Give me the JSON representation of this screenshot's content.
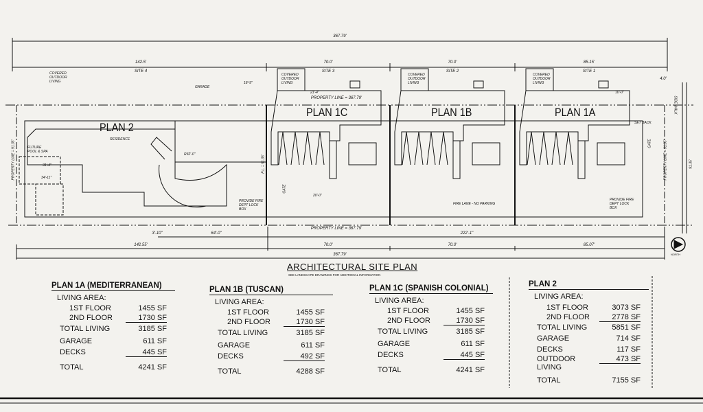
{
  "drawing": {
    "dimensions_top": {
      "overall": "367.79'",
      "site4": "142.5'",
      "site3": "70.0'",
      "site2": "70.0'",
      "site1": "85.15'",
      "edge": "4.0'"
    },
    "sites": [
      "SITE 4",
      "SITE 3",
      "SITE 2",
      "SITE 1"
    ],
    "property_line_top": "PROPERTY LINE = 367.79'",
    "property_line_bottom": "PROPERTY LINE = 367.79'",
    "property_line_left": "PROPERTY LINE = 91.35'",
    "property_line_right": "PROPERTY LINE = 91.35'",
    "pl_label": "P.L. = 91.35'",
    "right_dim": "91.35'",
    "plans": [
      "PLAN 2",
      "PLAN 1C",
      "PLAN 1B",
      "PLAN 1A"
    ],
    "residence": "RESIDENCE",
    "covered_outdoor_living": "COVERED OUTDOOR LIVING",
    "garage": "GARAGE",
    "future_pool": "FUTURE POOL & SPA",
    "radius": "R32'-0\"",
    "setback": "SET BACK",
    "gate": "GATE",
    "side_walk": "SIDE WALK",
    "fire_lane": "FIRE LANE - NO PARKING",
    "lock_box": "PROVIDE FIRE DEPT LOCK BOX",
    "dims_misc": {
      "d1": "31'-4\"",
      "d2": "34'-11\"",
      "d3": "18'-9\"",
      "d4": "10'-0\"",
      "d5": "20'-0\"",
      "d6": "21'-4\""
    },
    "dimensions_bottom": {
      "a": "3'-10\"",
      "b": "64'-0\"",
      "c": "222'-1\"",
      "site4": "142.55'",
      "site3": "70.0'",
      "site2": "70.0'",
      "site1": "85.07'",
      "overall": "367.79'"
    },
    "north": "NORTH"
  },
  "title": "ARCHITECTURAL SITE PLAN",
  "subtitle": "SEE LANDSCAPE DRAWINGS FOR ADDITIONAL INFORMATION",
  "tables": [
    {
      "name": "PLAN 1A (MEDITERRANEAN)",
      "living_area": "LIVING AREA:",
      "rows": [
        {
          "label": "1ST FLOOR",
          "value": "1455 SF"
        },
        {
          "label": "2ND FLOOR",
          "value": "1730 SF"
        },
        {
          "label": "TOTAL LIVING",
          "value": "3185 SF"
        },
        {
          "label": "GARAGE",
          "value": "611 SF"
        },
        {
          "label": "DECKS",
          "value": "445 SF"
        },
        {
          "label": "TOTAL",
          "value": "4241 SF"
        }
      ]
    },
    {
      "name": "PLAN 1B (TUSCAN)",
      "living_area": "LIVING AREA:",
      "rows": [
        {
          "label": "1ST FLOOR",
          "value": "1455 SF"
        },
        {
          "label": "2ND FLOOR",
          "value": "1730 SF"
        },
        {
          "label": "TOTAL LIVING",
          "value": "3185 SF"
        },
        {
          "label": "GARAGE",
          "value": "611 SF"
        },
        {
          "label": "DECKS",
          "value": "492 SF"
        },
        {
          "label": "TOTAL",
          "value": "4288 SF"
        }
      ]
    },
    {
      "name": "PLAN 1C (SPANISH COLONIAL)",
      "living_area": "LIVING AREA:",
      "rows": [
        {
          "label": "1ST FLOOR",
          "value": "1455 SF"
        },
        {
          "label": "2ND FLOOR",
          "value": "1730 SF"
        },
        {
          "label": "TOTAL LIVING",
          "value": "3185 SF"
        },
        {
          "label": "GARAGE",
          "value": "611 SF"
        },
        {
          "label": "DECKS",
          "value": "445 SF"
        },
        {
          "label": "TOTAL",
          "value": "4241 SF"
        }
      ]
    },
    {
      "name": "PLAN 2",
      "living_area": "LIVING AREA:",
      "rows": [
        {
          "label": "1ST FLOOR",
          "value": "3073 SF"
        },
        {
          "label": "2ND FLOOR",
          "value": "2778 SF"
        },
        {
          "label": "TOTAL LIVING",
          "value": "5851 SF"
        },
        {
          "label": "GARAGE",
          "value": "714 SF"
        },
        {
          "label": "DECKS",
          "value": "117 SF"
        },
        {
          "label": "OUTDOOR LIVING",
          "value": "473 SF"
        },
        {
          "label": "TOTAL",
          "value": "7155 SF"
        }
      ]
    }
  ]
}
